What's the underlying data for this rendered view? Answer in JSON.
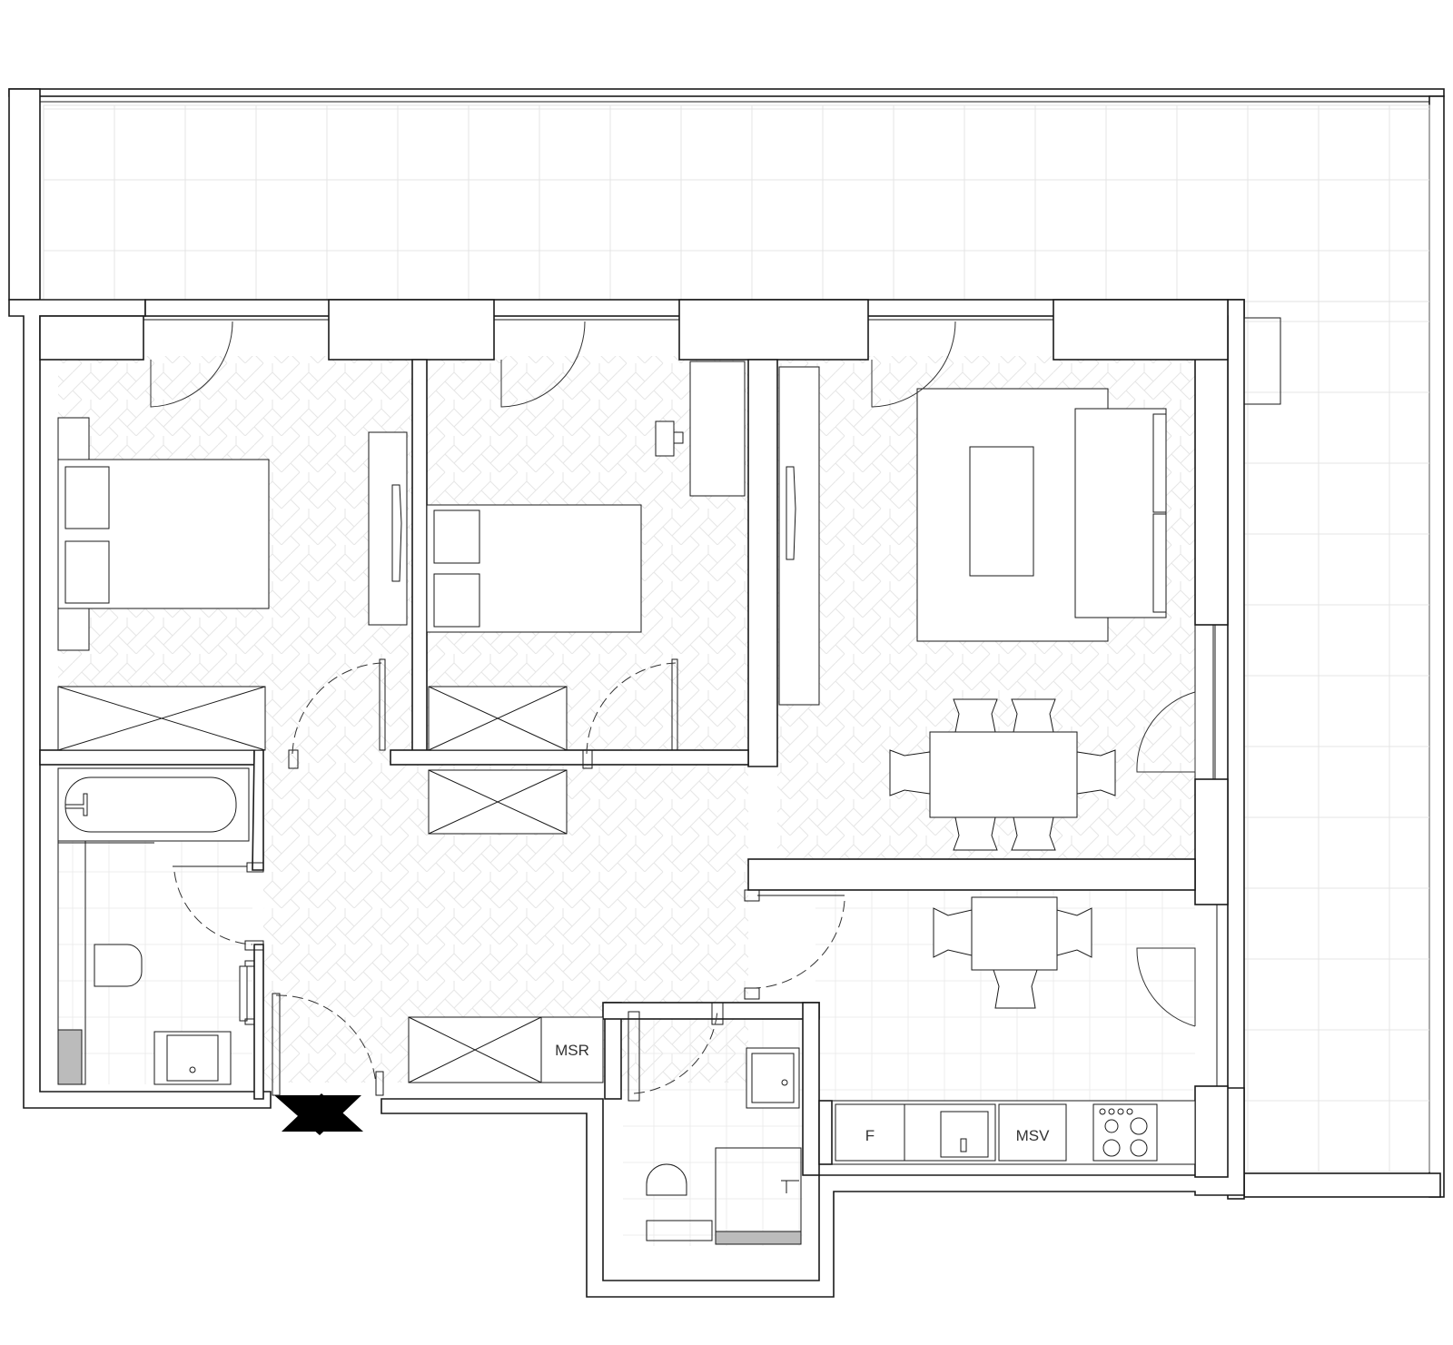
{
  "labels": {
    "msr": "MSR",
    "msv": "MSV",
    "fridge": "F"
  },
  "colors": {
    "wall_stroke": "#1a1a1a",
    "floor_pattern": "#e2e2e2",
    "background": "#ffffff",
    "entrance_marker": "#000000"
  }
}
